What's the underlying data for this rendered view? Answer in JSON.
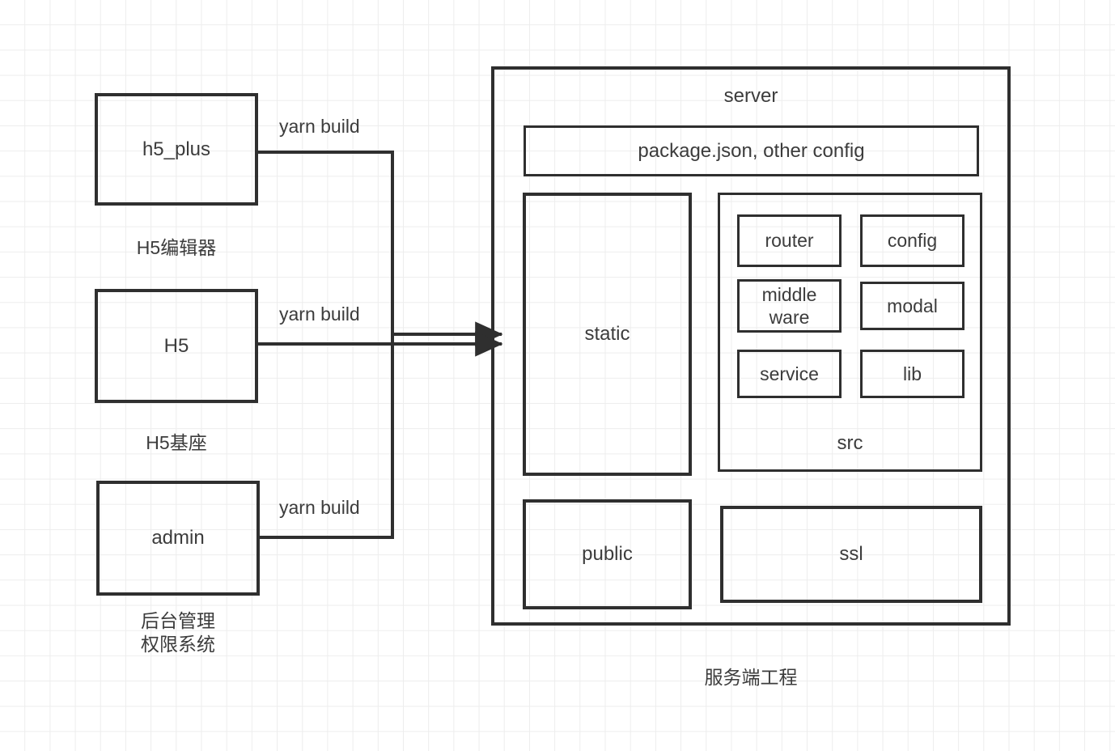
{
  "diagram": {
    "title_caption": "服务端工程",
    "colors": {
      "stroke": "#2f2f2f",
      "text": "#3c3c3c",
      "grid": "#ededed",
      "background": "#ffffff"
    },
    "left_nodes": [
      {
        "id": "h5_plus",
        "box_label": "h5_plus",
        "caption": "H5编辑器",
        "edge_label": "yarn build"
      },
      {
        "id": "h5",
        "box_label": "H5",
        "caption": "H5基座",
        "edge_label": "yarn build"
      },
      {
        "id": "admin",
        "box_label": "admin",
        "caption": "后台管理\n权限系统",
        "edge_label": "yarn build"
      }
    ],
    "server": {
      "title": "server",
      "config_box": "package.json, other config",
      "static_box": "static",
      "src": {
        "caption": "src",
        "children": [
          {
            "id": "router",
            "label": "router"
          },
          {
            "id": "config",
            "label": "config"
          },
          {
            "id": "middleware",
            "label": "middle\nware"
          },
          {
            "id": "modal",
            "label": "modal"
          },
          {
            "id": "service",
            "label": "service"
          },
          {
            "id": "lib",
            "label": "lib"
          }
        ]
      },
      "public_box": "public",
      "ssl_box": "ssl"
    }
  }
}
